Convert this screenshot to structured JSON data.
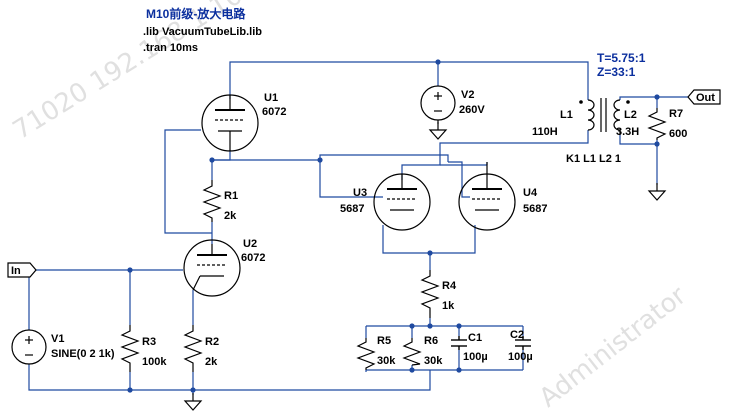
{
  "title": "M10前级-放大电路",
  "directives": [
    ".lib VacuumTubeLib.lib",
    ".tran 10ms",
    "K1 L1 L2 1"
  ],
  "transformer_notes": [
    "T=5.75:1",
    "Z=33:1"
  ],
  "ports": {
    "input": "In",
    "output": "Out"
  },
  "tubes": [
    {
      "ref": "U1",
      "model": "6072"
    },
    {
      "ref": "U2",
      "model": "6072"
    },
    {
      "ref": "U3",
      "model": "5687"
    },
    {
      "ref": "U4",
      "model": "5687"
    }
  ],
  "sources": [
    {
      "ref": "V1",
      "value": "SINE(0 2 1k)"
    },
    {
      "ref": "V2",
      "value": "260V"
    }
  ],
  "resistors": [
    {
      "ref": "R1",
      "value": "2k"
    },
    {
      "ref": "R2",
      "value": "2k"
    },
    {
      "ref": "R3",
      "value": "100k"
    },
    {
      "ref": "R4",
      "value": "1k"
    },
    {
      "ref": "R5",
      "value": "30k"
    },
    {
      "ref": "R6",
      "value": "30k"
    },
    {
      "ref": "R7",
      "value": "600"
    }
  ],
  "capacitors": [
    {
      "ref": "C1",
      "value": "100µ"
    },
    {
      "ref": "C2",
      "value": "100µ"
    }
  ],
  "inductors": [
    {
      "ref": "L1",
      "value": "110H"
    },
    {
      "ref": "L2",
      "value": "3.3H"
    }
  ],
  "watermark": [
    "71020 192.168.1.10",
    "Administrator"
  ],
  "colors": {
    "wire": "#1f4aa0",
    "component": "#000000",
    "port_fill": "#ffffff",
    "title": "#0b2f9e"
  }
}
